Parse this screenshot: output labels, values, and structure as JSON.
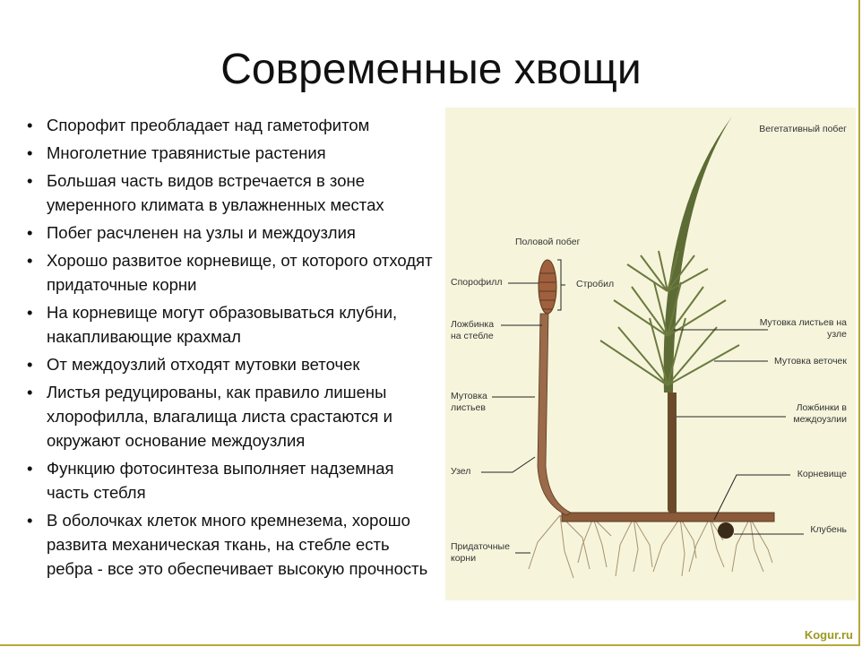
{
  "title": "Современные хвощи",
  "bullets": [
    "Спорофит преобладает над гаметофитом",
    "Многолетние травянистые растения",
    "Большая часть видов встречается в зоне умеренного климата в увлажненных местах",
    "Побег расчленен на узлы и междоузлия",
    "Хорошо развитое корневище, от которого отходят придаточные корни",
    "На корневище могут образовываться клубни, накапливающие крахмал",
    "От междоузлий отходят мутовки веточек",
    "Листья редуцированы, как правило лишены хлорофилла, влагалища листа срастаются и окружают основание междоузлия",
    "Функцию фотосинтеза выполняет надземная часть стебля",
    "В оболочках клеток много кремнезема, хорошо развита механическая ткань, на стебле есть ребра  - все это обеспечивает высокую прочность"
  ],
  "diagram": {
    "labels": {
      "vegetative_shoot": "Вегетативный побег",
      "sexual_shoot": "Половой побег",
      "sporophyll": "Спорофилл",
      "strobilus": "Стробил",
      "stem_groove": "Ложбинка на стебле",
      "leaf_whorl_node": "Мутовка листьев на узле",
      "branch_whorl": "Мутовка веточек",
      "leaf_whorl": "Мутовка листьев",
      "internode_grooves": "Ложбинки в междоузлии",
      "node": "Узел",
      "rhizome": "Корневище",
      "tuber": "Клубень",
      "adventitious_roots": "Придаточные корни"
    },
    "colors": {
      "background": "#f6f5dc",
      "stem_green": "#5d6b34",
      "rhizome_brown": "#8a5a3a"
    }
  },
  "watermark": "Kogur.ru"
}
